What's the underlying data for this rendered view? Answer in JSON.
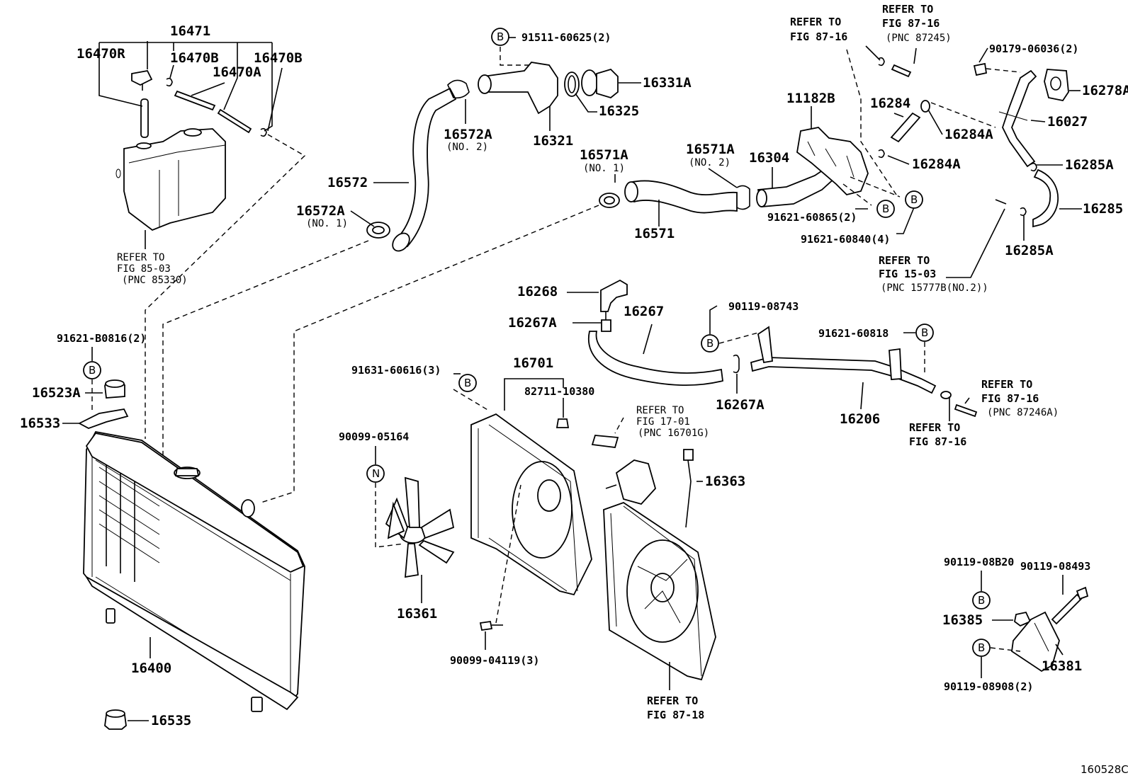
{
  "diagram_id": "160528C",
  "labels": {
    "p16471": "16471",
    "p16470R": "16470R",
    "p16470B_1": "16470B",
    "p16470B_2": "16470B",
    "p16470A": "16470A",
    "tank_ref": [
      "REFER TO",
      "FIG 85-03",
      "(PNC 85330)"
    ],
    "b_91511": "91511-60625(2)",
    "p16331A": "16331A",
    "p16325": "16325",
    "p16321": "16321",
    "p16572A_top": "16572A",
    "p16572A_top_sub": "(NO. 2)",
    "p16572": "16572",
    "p16572A_bot": "16572A",
    "p16572A_bot_sub": "(NO. 1)",
    "p16571A_1": "16571A",
    "p16571A_1_sub": "(NO. 1)",
    "p16571A_2": "16571A",
    "p16571A_2_sub": "(NO. 2)",
    "p16571": "16571",
    "ref_8716_a": [
      "REFER TO",
      "FIG 87-16"
    ],
    "ref_8716_b": [
      "REFER TO",
      "FIG 87-16",
      "(PNC 87245)"
    ],
    "p11182B": "11182B",
    "p16304": "16304",
    "p16284": "16284",
    "p16284A_1": "16284A",
    "p16284A_2": "16284A",
    "b_90179": "90179-06036(2)",
    "p16278A": "16278A",
    "p16027": "16027",
    "p16285A_1": "16285A",
    "p16285": "16285",
    "p16285A_2": "16285A",
    "b_91621_60865": "91621-60865(2)",
    "b_91621_60840": "91621-60840(4)",
    "ref_1503": [
      "REFER TO",
      "FIG 15-03",
      "(PNC 15777B(NO.2))"
    ],
    "p16268": "16268",
    "p16267A_1": "16267A",
    "p16267": "16267",
    "b_90119_08743": "90119-08743",
    "b_91621_60818": "91621-60818",
    "p16267A_2": "16267A",
    "p16206": "16206",
    "ref_87246A": [
      "REFER TO",
      "FIG 87-16",
      "(PNC 87246A)"
    ],
    "ref_8716_c": [
      "REFER TO",
      "FIG 87-16"
    ],
    "b_91621_B0816": "91621-B0816(2)",
    "p16523A": "16523A",
    "p16533": "16533",
    "p16400": "16400",
    "p16535": "16535",
    "b_91631": "91631-60616(3)",
    "p16701": "16701",
    "b_82711": "82711-10380",
    "ref_1701": [
      "REFER TO",
      "FIG 17-01",
      "(PNC 16701G)"
    ],
    "b_90099_05164": "90099-05164",
    "p16363": "16363",
    "p16361": "16361",
    "b_90099_04119": "90099-04119(3)",
    "ref_8718": [
      "REFER TO",
      "FIG 87-18"
    ],
    "b_90119_08B20": "90119-08B20",
    "b_90119_08493": "90119-08493",
    "p16385": "16385",
    "p16381": "16381",
    "b_90119_08908": "90119-08908(2)",
    "circle_b": "B",
    "circle_n": "N"
  },
  "colors": {
    "ink": "#000000",
    "paper": "#ffffff"
  }
}
